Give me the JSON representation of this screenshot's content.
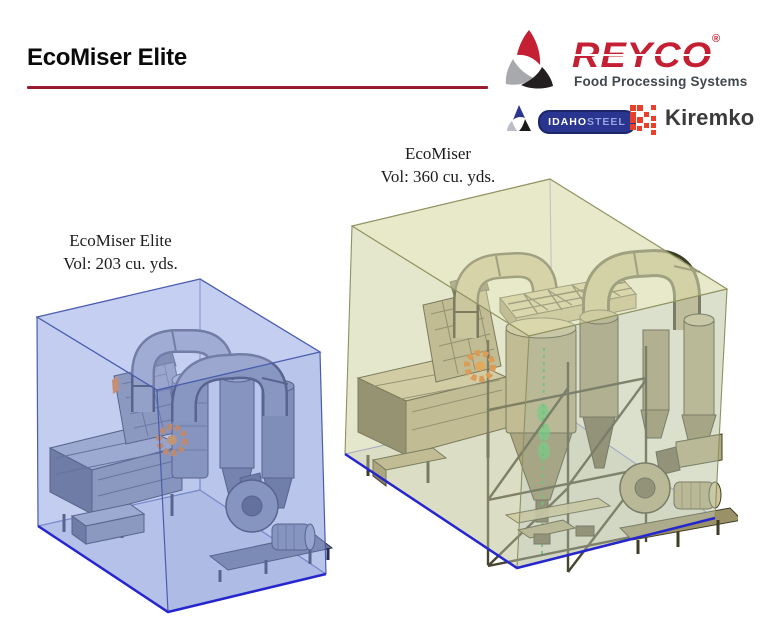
{
  "slide": {
    "title": "EcoMiser Elite"
  },
  "branding": {
    "reyco": {
      "name": "REYCO",
      "registered_mark": "®",
      "tagline": "Food Processing Systems"
    },
    "partners": {
      "idaho_steel": {
        "idaho": "IDAHO",
        "steel": "STEEL"
      },
      "kiremko": {
        "name": "Kiremko"
      }
    }
  },
  "machines": {
    "standard": {
      "name": "EcoMiser",
      "volume": "Vol: 360 cu. yds."
    },
    "elite": {
      "name": "EcoMiser Elite",
      "volume": "Vol: 203 cu. yds."
    }
  },
  "colors": {
    "rule": "#9b1b30",
    "reyco_red": "#c41f33",
    "idaho_navy": "#2a3590",
    "kiremko_red": "#e8402b",
    "elite_box_blue": "#8fa3dc",
    "standard_box_olive": "#d9ddb4",
    "bottom_edge_blue": "#2626cf",
    "accent_orange": "#dd7316",
    "accent_green": "#2eb84d"
  }
}
